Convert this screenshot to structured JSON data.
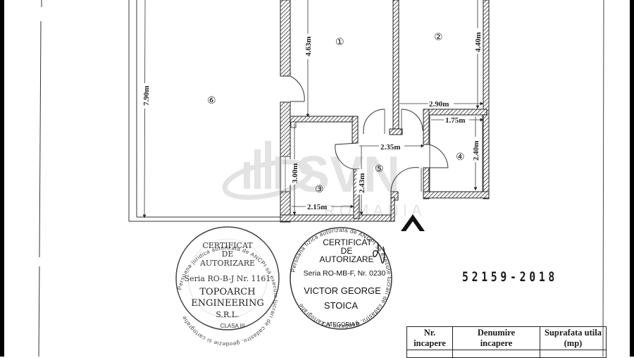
{
  "document": {
    "type": "floor-plan",
    "reference_number": "52159-2018",
    "north_arrow_icon": "north-arrow-icon",
    "watermark": {
      "brand": "SVN",
      "subtext": "ROMANIA"
    }
  },
  "rooms": [
    {
      "number": "1",
      "label": "①",
      "dimension": "4.63m"
    },
    {
      "number": "2",
      "label": "②",
      "dimension": "4.40m",
      "width": "2.90m"
    },
    {
      "number": "3",
      "label": "③",
      "dimension": "3.00m",
      "width": "2.15m"
    },
    {
      "number": "4",
      "label": "④",
      "dimension": "2.40m",
      "width": "1.75m"
    },
    {
      "number": "5",
      "label": "⑤",
      "dimension": "2.43m",
      "width": "2.35m"
    },
    {
      "number": "6",
      "label": "⑥",
      "dimension": "7.90m"
    }
  ],
  "stamps": [
    {
      "title_line1": "CERTIFICAT",
      "title_line2": "DE",
      "title_line3": "AUTORIZARE",
      "series": "Seria RO-B-J Nr. 1161",
      "holder_line1": "TOPOARCH",
      "holder_line2": "ENGINEERING",
      "holder_line3": "S.R.L.",
      "class": "CLASA III",
      "ring_text": "Persoana juridica autorizata de ANCPI sa execute lucrari de cadastru, geodezie si cartografie"
    },
    {
      "title_line1": "CERTIFICAT",
      "title_line2": "DE",
      "title_line3": "AUTORIZARE",
      "series": "Seria RO-MB-F, Nr. 0230",
      "holder_line1": "VICTOR GEORGE",
      "holder_line2": "STOICA",
      "class": "CATEGORIA B",
      "ring_text": "Persoana fizica autorizata de ANCPI sa execute lucrari de cadastru, geodezie si cartografie"
    }
  ],
  "table": {
    "headers": [
      {
        "line1": "Nr.",
        "line2": "incapere"
      },
      {
        "line1": "Denumire",
        "line2": "incapere"
      },
      {
        "line1": "Suprafata utila",
        "line2": "(mp)"
      }
    ]
  }
}
